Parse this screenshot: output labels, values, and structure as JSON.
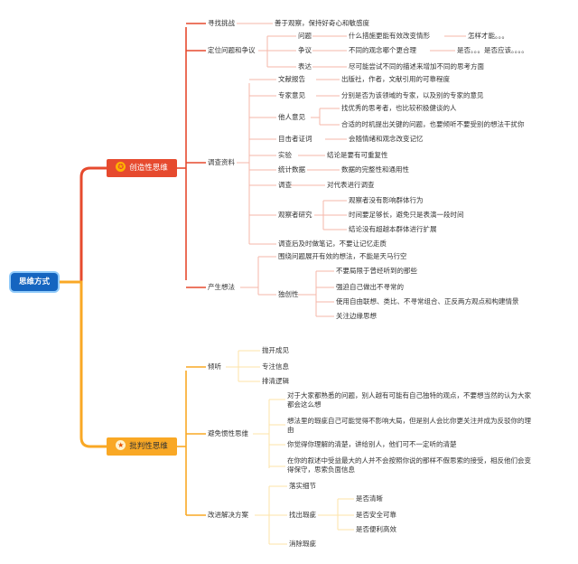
{
  "root": "思维方式",
  "creative": {
    "label": "创造性思维",
    "icon": "medal-icon",
    "challenge": "寻找挑战",
    "challenge_desc": "善于观察，保持好奇心和敏感度",
    "define": "定位问题和争议",
    "problem": "问题",
    "problem_desc": "什么措施更能有效改变情形",
    "problem_extra": "怎样才能。。。",
    "dispute": "争议",
    "dispute_desc": "不同的观念哪个更合理",
    "dispute_extra": "是否。。。是否应该。。。。",
    "express": "表达",
    "express_desc": "尽可能尝试不同的描述来增加不同的思考方面",
    "research": "调查资料",
    "literature": "文献报告",
    "literature_desc": "出版社，作者，文献引用的可靠程度",
    "expert": "专家意见",
    "expert_desc": "分别是否为该领域的专家，以及别的专家的意见",
    "others": "他人意见",
    "others_1": "找优秀的思考者，也比较积极健谈的人",
    "others_2": "合适的时机提出关键的问题，也要倾听不要受别的想法干扰你",
    "witness": "目击者证词",
    "witness_desc": "会随情绪和观念改变记忆",
    "experiment": "实验",
    "experiment_desc": "结论是要有可重复性",
    "stats": "统计数据",
    "stats_desc": "数据的完整性和通用性",
    "survey": "调查",
    "survey_desc": "对代表进行调查",
    "observer": "观察者研究",
    "observer_1": "观察者没有影响群体行为",
    "observer_2": "时间要足够长，避免只是表演一段时间",
    "observer_3": "结论没有超越本群体进行扩展",
    "notes": "调查后及时做笔记，不要让记忆走质",
    "generate": "产生想法",
    "generate_1": "围绕问题展开有效的想法，不能是天马行空",
    "originality": "独创性",
    "orig_1": "不要局限于曾经听到的那些",
    "orig_2": "强迫自己做出不寻常的",
    "orig_3": "使用自由联想、类比、不寻常组合、正反两方观点和构建情景",
    "orig_4": "关注边缘思想"
  },
  "critical": {
    "label": "批判性思维",
    "icon": "star-icon",
    "listen": "倾听",
    "listen_1": "抛开成见",
    "listen_2": "专注信息",
    "listen_3": "排清逻辑",
    "avoid": "避免惯性思维",
    "avoid_1": "对于大家都熟悉的问题，别人越有可能有自己独特的观点，不要想当然的认为大家都会这么想",
    "avoid_2": "想法里的瑕疵自己可能觉得不影响大局，但是别人会比你更关注并成为反驳你的理由",
    "avoid_3": "你觉得你理解的清楚，讲给别人，他们可不一定听的清楚",
    "avoid_4": "在你的叙述中受益最大的人并不会按照你说的那样不假思索的接受，相反他们会变得保守，思索负面信息",
    "improve": "改进解决方案",
    "improve_1": "落实细节",
    "improve_2": "找出瑕疵",
    "flaw_1": "是否清晰",
    "flaw_2": "是否安全可靠",
    "flaw_3": "是否便利高效",
    "improve_3": "消除瑕疵"
  },
  "colors": {
    "root": "#1565c0",
    "creative": "#e64a2e",
    "critical": "#f9a825"
  }
}
